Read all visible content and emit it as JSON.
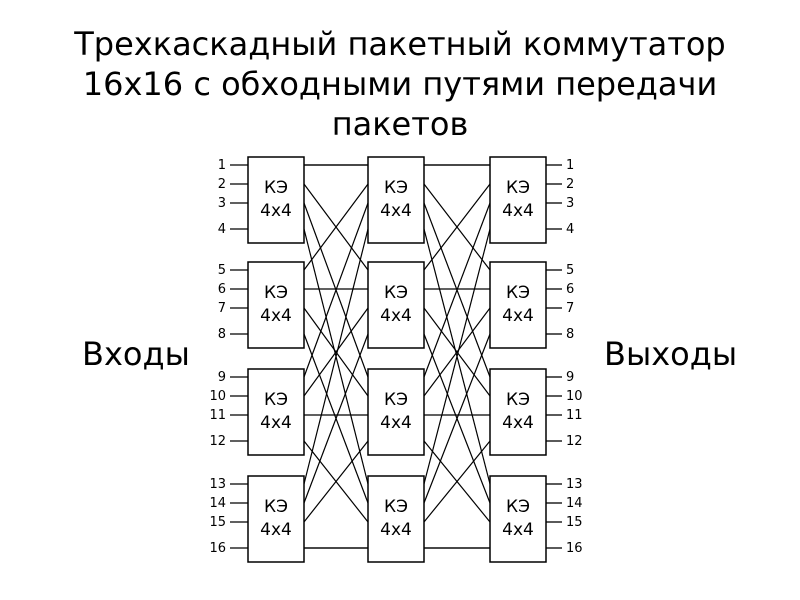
{
  "title": {
    "line1": "Трехкаскадный пакетный коммутатор",
    "line2": "16х16 с обходными путями передачи",
    "line3": "пакетов"
  },
  "inputs_label": "Входы",
  "outputs_label": "Выходы",
  "switch_element": {
    "line1": "КЭ",
    "line2": "4х4"
  },
  "stages": 3,
  "blocks_per_stage": 4,
  "input_ports": [
    "1",
    "2",
    "3",
    "4",
    "5",
    "6",
    "7",
    "8",
    "9",
    "10",
    "11",
    "12",
    "13",
    "14",
    "15",
    "16"
  ],
  "output_ports": [
    "1",
    "2",
    "3",
    "4",
    "5",
    "6",
    "7",
    "8",
    "9",
    "10",
    "11",
    "12",
    "13",
    "14",
    "15",
    "16"
  ],
  "colors": {
    "line": "#000000",
    "background": "#ffffff"
  }
}
